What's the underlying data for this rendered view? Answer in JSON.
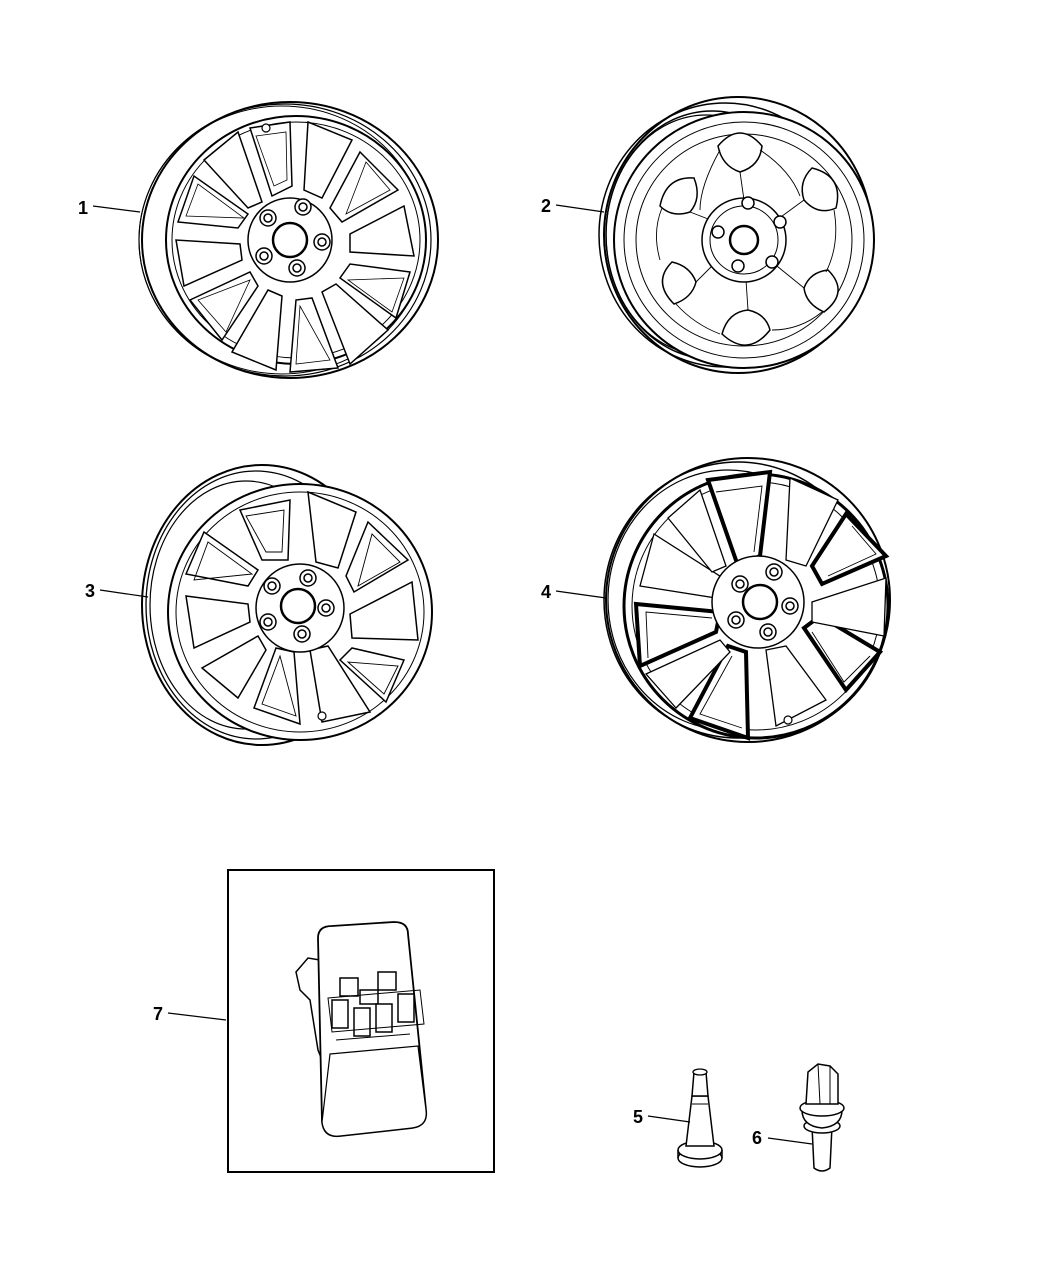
{
  "callouts": {
    "c1": "1",
    "c2": "2",
    "c3": "3",
    "c4": "4",
    "c5": "5",
    "c6": "6",
    "c7": "7"
  },
  "parts": [
    {
      "callout": "1",
      "icon": "alloy-wheel-split-spoke-icon"
    },
    {
      "callout": "2",
      "icon": "steel-wheel-icon"
    },
    {
      "callout": "3",
      "icon": "alloy-wheel-five-y-spoke-icon"
    },
    {
      "callout": "4",
      "icon": "alloy-wheel-painted-pocket-icon"
    },
    {
      "callout": "5",
      "icon": "valve-stem-icon"
    },
    {
      "callout": "6",
      "icon": "wheel-lug-bolt-icon"
    },
    {
      "callout": "7",
      "icon": "tire-pressure-sensor-icon"
    }
  ]
}
